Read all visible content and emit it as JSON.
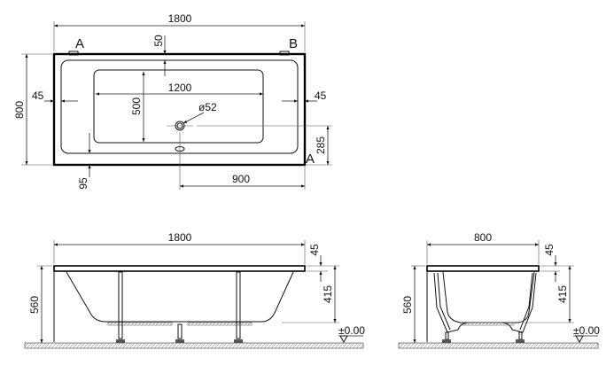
{
  "top_view": {
    "overall_length": "1800",
    "overall_width": "800",
    "rim_top": "50",
    "inner_length": "1200",
    "inner_width": "500",
    "rim_left": "45",
    "rim_right": "45",
    "drain_diameter": "ø52",
    "drain_offset_side": "285",
    "drain_offset_end": "900",
    "overflow_offset": "95",
    "corner_label_a": "A",
    "corner_label_b": "B",
    "corner_label_a2": "A"
  },
  "side_view": {
    "length": "1800",
    "rim_thickness": "45",
    "depth": "415",
    "total_height": "560",
    "floor_level": "±0.00"
  },
  "end_view": {
    "width": "800",
    "rim_thickness": "45",
    "depth": "415",
    "total_height": "560",
    "floor_level": "±0.00"
  }
}
